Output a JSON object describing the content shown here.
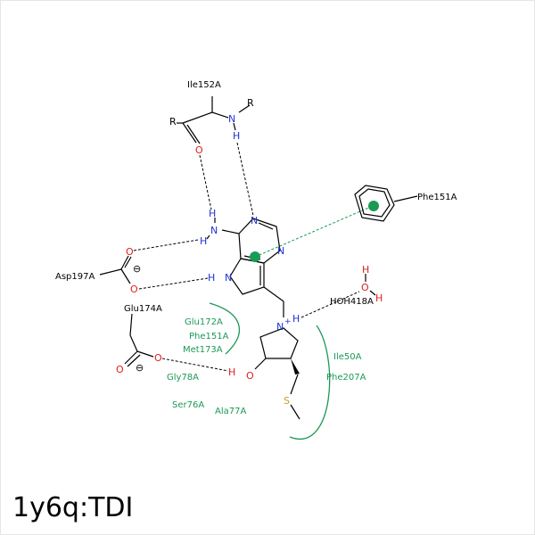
{
  "title": "1y6q:TDI",
  "colors": {
    "carbon": "#000000",
    "nitrogen": "#1f33d6",
    "oxygen": "#e11c1c",
    "sulfur": "#c8a21a",
    "hydrophobic": "#1a9a55"
  },
  "residues": {
    "ile152": "Ile152A",
    "phe151_ring": "Phe151A",
    "asp197": "Asp197A",
    "glu174": "Glu174A",
    "hoh418": "HOH418A"
  },
  "hydrophobic_contacts": [
    "Glu172A",
    "Phe151A",
    "Met173A",
    "Gly78A",
    "Ser76A",
    "Ala77A",
    "Ile50A",
    "Phe207A"
  ],
  "atoms": {
    "r1": "R",
    "r2": "R",
    "n_amide": "N",
    "h_amide": "H",
    "o_carbonyl": "O",
    "h_nh2_top": "H",
    "n_nh2": "N",
    "h_nh2_left": "H",
    "n_ring_top": "N",
    "n_ring_right": "N",
    "n_pyrrole": "N",
    "h_pyrrole": "H",
    "o_asp_top": "O",
    "o_asp_bottom": "O",
    "n_plus": "N",
    "plus": "+",
    "h_nplus": "H",
    "o_water": "O",
    "h_water_top": "H",
    "h_water_right": "H",
    "o_glu_left": "O",
    "o_glu_right": "O",
    "h_hydroxyl": "H",
    "o_hydroxyl": "O",
    "s_thio": "S",
    "minus": "⊖"
  }
}
